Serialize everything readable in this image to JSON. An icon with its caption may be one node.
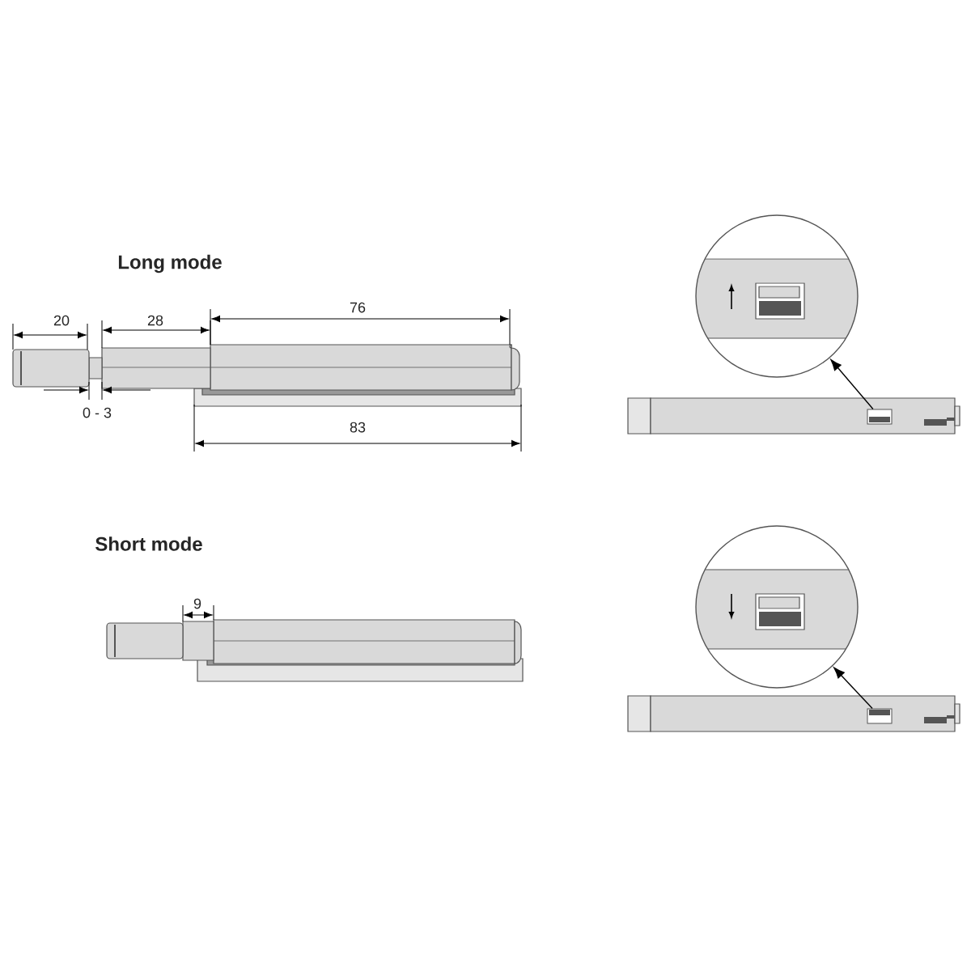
{
  "diagram": {
    "nodes": [
      {
        "text": [],
        "shape": "circle"
      },
      {
        "text": [],
        "shape": "box"
      },
      {
        "text": [],
        "shape": "circle"
      },
      {
        "text": [],
        "shape": "box"
      }
    ],
    "edges": [
      {
        "from": 1,
        "to": 0,
        "arrow": "to"
      },
      {
        "from": 3,
        "to": 2,
        "arrow": "to"
      }
    ],
    "labels": [
      "Long mode",
      "20",
      "28",
      "76",
      "0 - 3",
      "83",
      "Short mode",
      "9"
    ]
  }
}
